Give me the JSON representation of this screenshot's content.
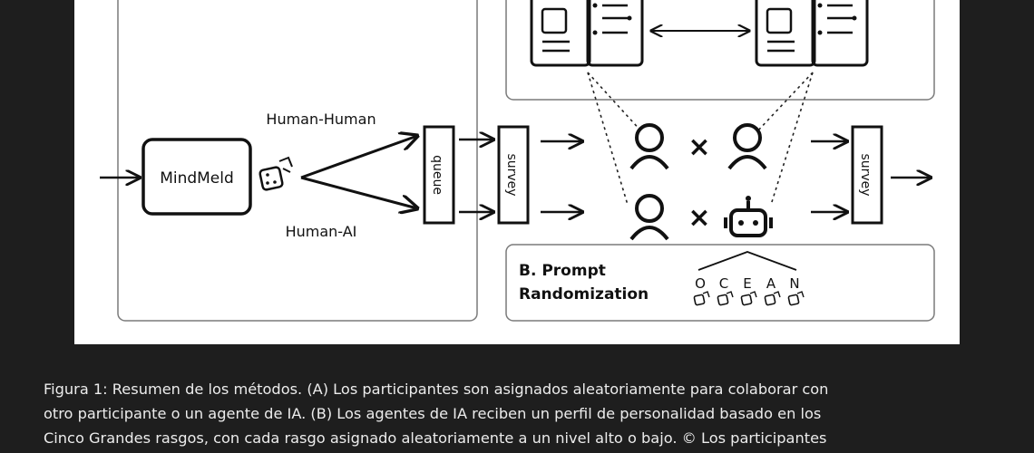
{
  "diagram": {
    "mindmeld_label": "MindMeld",
    "human_human_label": "Human-Human",
    "human_ai_label": "Human-AI",
    "queue_label": "queue",
    "survey_label": "survey",
    "times_symbol": "×",
    "prompt_title_line1": "B. Prompt",
    "prompt_title_line2": "Randomization",
    "ocean_letters": [
      "O",
      "C",
      "E",
      "A",
      "N"
    ]
  },
  "caption": {
    "lines": [
      "Figura 1: Resumen de los métodos. (A) Los participantes son asignados aleatoriamente para colaborar con",
      "otro participante o un agente de IA. (B) Los agentes de IA reciben un perfil de personalidad basado en los",
      "Cinco Grandes rasgos, con cada rasgo asignado aleatoriamente a un nivel alto o bajo. © Los participantes"
    ]
  },
  "colors": {
    "page_background": "#1e1e1e",
    "figure_background": "#ffffff",
    "stroke": "#111111",
    "panel_border": "#777777",
    "caption_text": "#ececec"
  }
}
